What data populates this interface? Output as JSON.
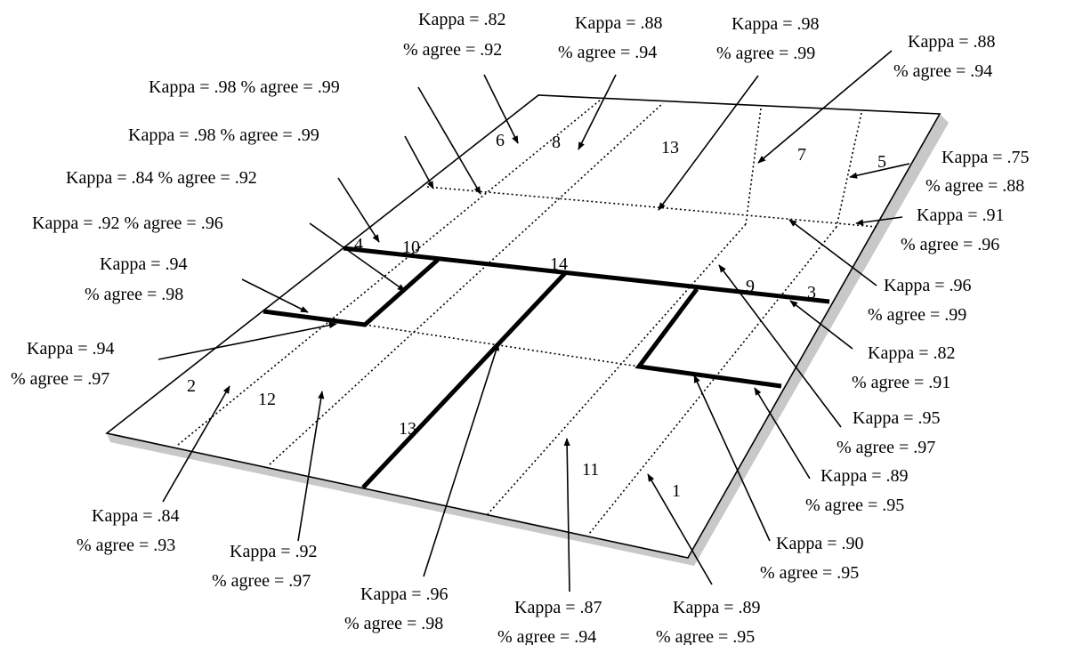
{
  "colors": {
    "ink": "#000000",
    "shadow": "#c8c8c8",
    "paper": "#ffffff"
  },
  "regions": {
    "r1": "1",
    "r2": "2",
    "r3": "3",
    "r4": "4",
    "r5": "5",
    "r6": "6",
    "r7": "7",
    "r8": "8",
    "r9": "9",
    "r10": "10",
    "r11": "11",
    "r12": "12",
    "r13a": "13",
    "r13b": "13",
    "r14": "14"
  },
  "annotations": {
    "a1": {
      "kappa": "Kappa = .82",
      "agree": "% agree = .92"
    },
    "a2": {
      "kappa": "Kappa = .88",
      "agree": "% agree = .94"
    },
    "a3": {
      "kappa": "Kappa = .98",
      "agree": "% agree = .99"
    },
    "a4": {
      "kappa": "Kappa = .88",
      "agree": "% agree = .94"
    },
    "a5": {
      "line": "Kappa = .98  % agree = .99"
    },
    "a6": {
      "line": "Kappa = .98  % agree = .99"
    },
    "a7": {
      "line": "Kappa = .84  % agree = .92"
    },
    "a8": {
      "line": "Kappa = .92  % agree = .96"
    },
    "a9": {
      "kappa": "Kappa = .75",
      "agree": "% agree = .88"
    },
    "a10": {
      "kappa": "Kappa = .91",
      "agree": "% agree = .96"
    },
    "a11": {
      "kappa": "Kappa = .94",
      "agree": "% agree = .98"
    },
    "a12": {
      "kappa": "Kappa = .96",
      "agree": "% agree = .99"
    },
    "a13": {
      "kappa": "Kappa = .94",
      "agree": "% agree = .97"
    },
    "a14": {
      "kappa": "Kappa = .82",
      "agree": "% agree = .91"
    },
    "a15": {
      "kappa": "Kappa = .95",
      "agree": "% agree = .97"
    },
    "a16": {
      "kappa": "Kappa = .89",
      "agree": "% agree = .95"
    },
    "a17": {
      "kappa": "Kappa = .90",
      "agree": "% agree = .95"
    },
    "a18": {
      "kappa": "Kappa = .84",
      "agree": "% agree = .93"
    },
    "a19": {
      "kappa": "Kappa = .92",
      "agree": "% agree = .97"
    },
    "a20": {
      "kappa": "Kappa = .96",
      "agree": "% agree = .98"
    },
    "a21": {
      "kappa": "Kappa = .87",
      "agree": "% agree = .94"
    },
    "a22": {
      "kappa": "Kappa = .89",
      "agree": "% agree = .95"
    }
  }
}
